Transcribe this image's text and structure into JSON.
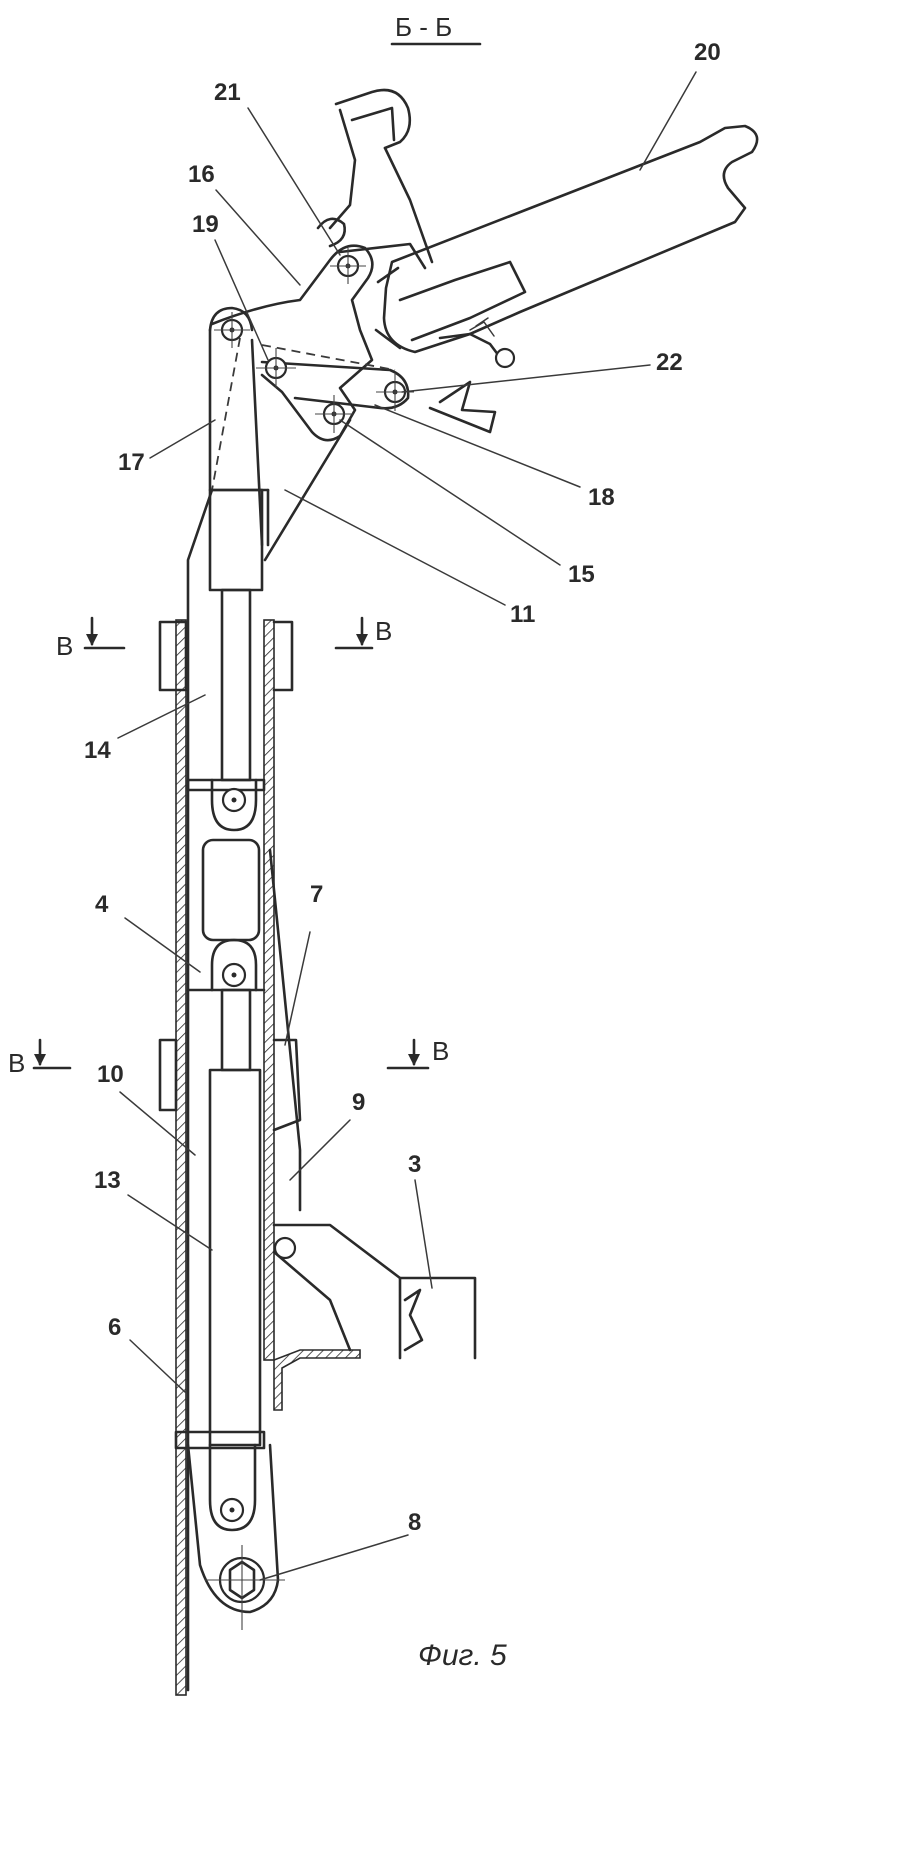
{
  "section_title": "Б - Б",
  "caption": "Фиг. 5",
  "section_marks": {
    "upper_left": "В",
    "upper_right": "В",
    "lower_left": "В",
    "lower_right": "В"
  },
  "labels": {
    "n20": "20",
    "n21": "21",
    "n16": "16",
    "n19": "19",
    "n22": "22",
    "n17": "17",
    "n18": "18",
    "n15": "15",
    "n11": "11",
    "n14": "14",
    "n4": "4",
    "n7": "7",
    "n10": "10",
    "n9": "9",
    "n13": "13",
    "n3": "3",
    "n6": "6",
    "n8": "8"
  }
}
